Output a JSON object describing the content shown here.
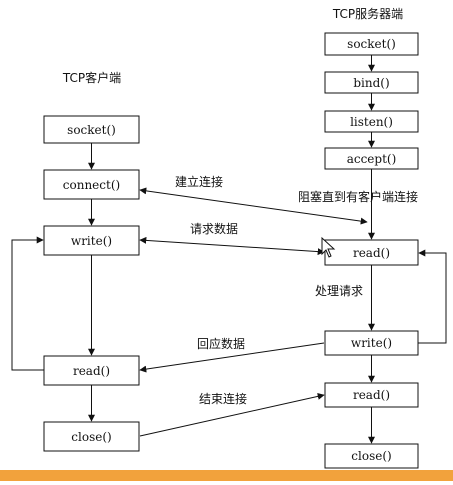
{
  "server": {
    "title": "TCP服务器端",
    "boxes": [
      "socket()",
      "bind()",
      "listen()",
      "accept()",
      "read()",
      "write()",
      "read()",
      "close()"
    ]
  },
  "client": {
    "title": "TCP客户端",
    "boxes": [
      "socket()",
      "connect()",
      "write()",
      "read()",
      "close()"
    ]
  },
  "labels": {
    "establish": "建立连接",
    "block": "阻塞直到有客户端连接",
    "request": "请求数据",
    "process": "处理请求",
    "reply": "回应数据",
    "end": "结束连接"
  },
  "colors": {
    "line": "#111111",
    "box_border": "#111111",
    "bottom_bar": "#f2a23c"
  }
}
